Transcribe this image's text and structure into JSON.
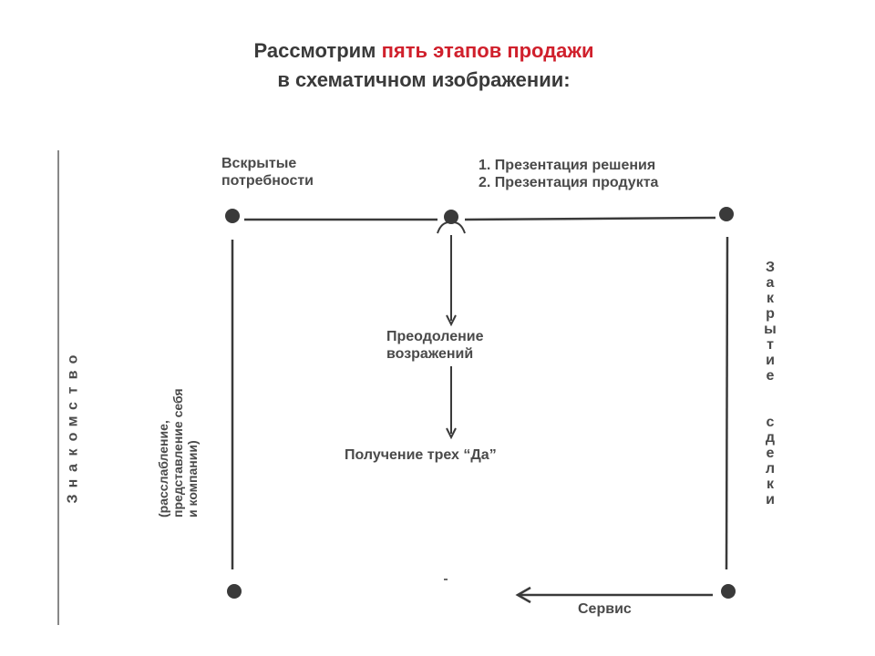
{
  "title": {
    "line1_prefix": "Рассмотрим ",
    "line1_accent": "пять этапов продажи",
    "line2": "в схематичном изображении:"
  },
  "stages": {
    "needs": {
      "line1": "Вскрытые",
      "line2": "потребности"
    },
    "presentation": {
      "line1": "1. Презентация решения",
      "line2": "2. Презентация продукта"
    },
    "objections": {
      "line1": "Преодоление",
      "line2": "возражений"
    },
    "three_yes": "Получение трех “Да”",
    "service": "Сервис",
    "acquaintance": "Знакомство",
    "acquaintance_note": {
      "line1": "(расслабление,",
      "line2": "представление себя",
      "line3": "и компании)"
    },
    "closing": "Закрытие сделки"
  },
  "colors": {
    "accent": "#d0202c",
    "text": "#444444",
    "line": "#3a3a3a"
  }
}
